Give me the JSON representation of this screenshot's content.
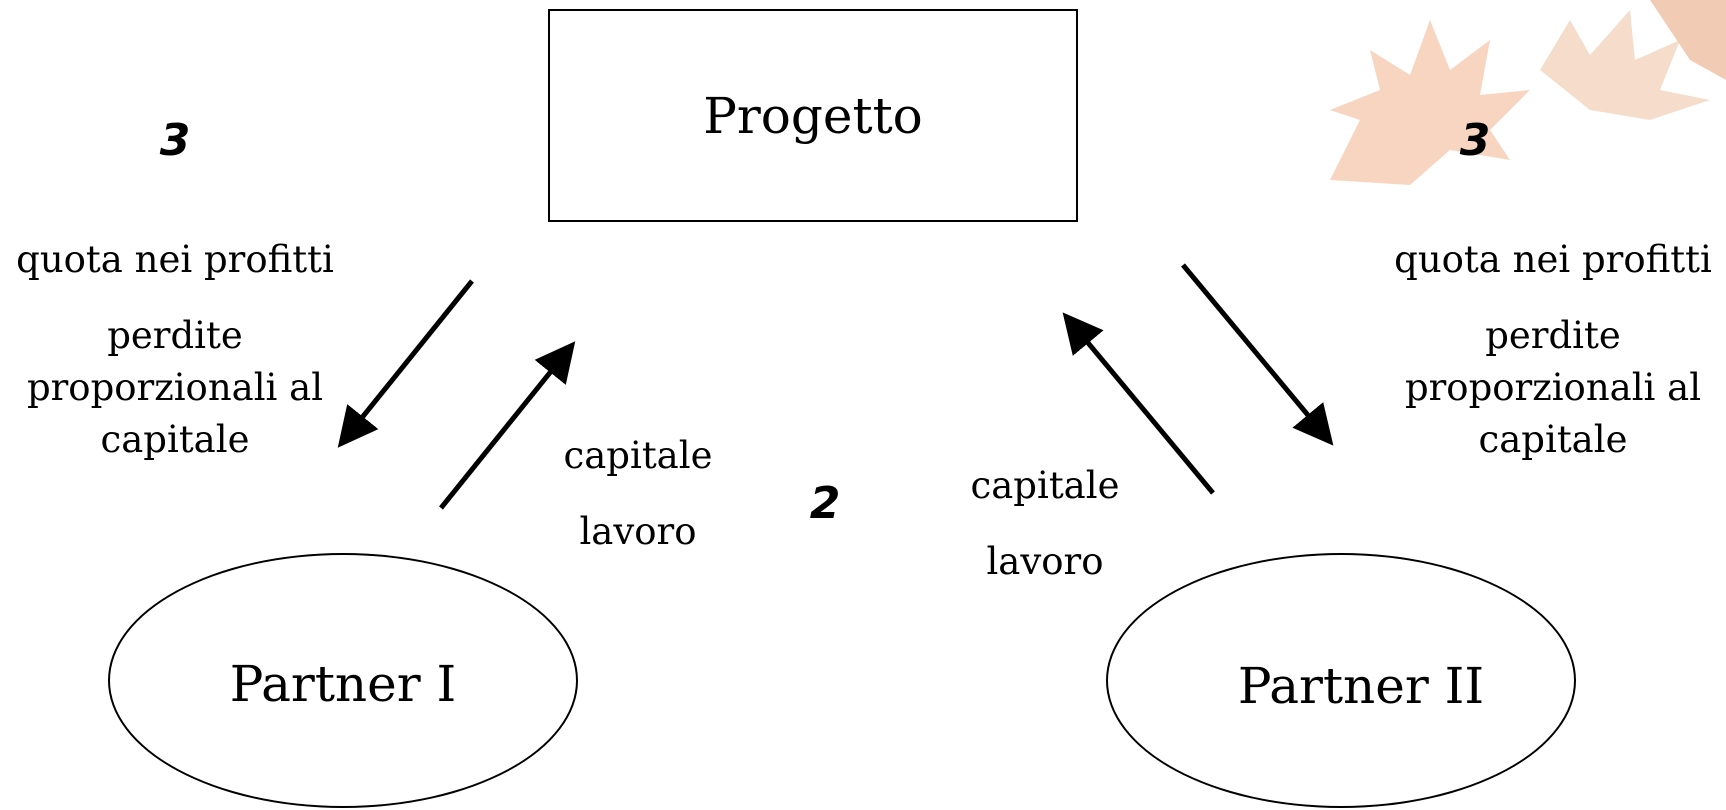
{
  "project": {
    "label": "Progetto"
  },
  "partners": [
    {
      "label": "Partner I"
    },
    {
      "label": "Partner II"
    }
  ],
  "steps": {
    "left": "3",
    "right": "3",
    "center": "2"
  },
  "returns": {
    "left": {
      "line1": "quota nei profitti",
      "line2": "perdite",
      "line3": "proporzionali al",
      "line4": "capitale"
    },
    "right": {
      "line1": "quota nei profitti",
      "line2": "perdite",
      "line3": "proporzionali al",
      "line4": "capitale"
    }
  },
  "contributions": {
    "left": {
      "line1": "capitale",
      "line2": "lavoro"
    },
    "right": {
      "line1": "capitale",
      "line2": "lavoro"
    }
  },
  "decoration": {
    "leaf_color": "#f2b48c"
  }
}
